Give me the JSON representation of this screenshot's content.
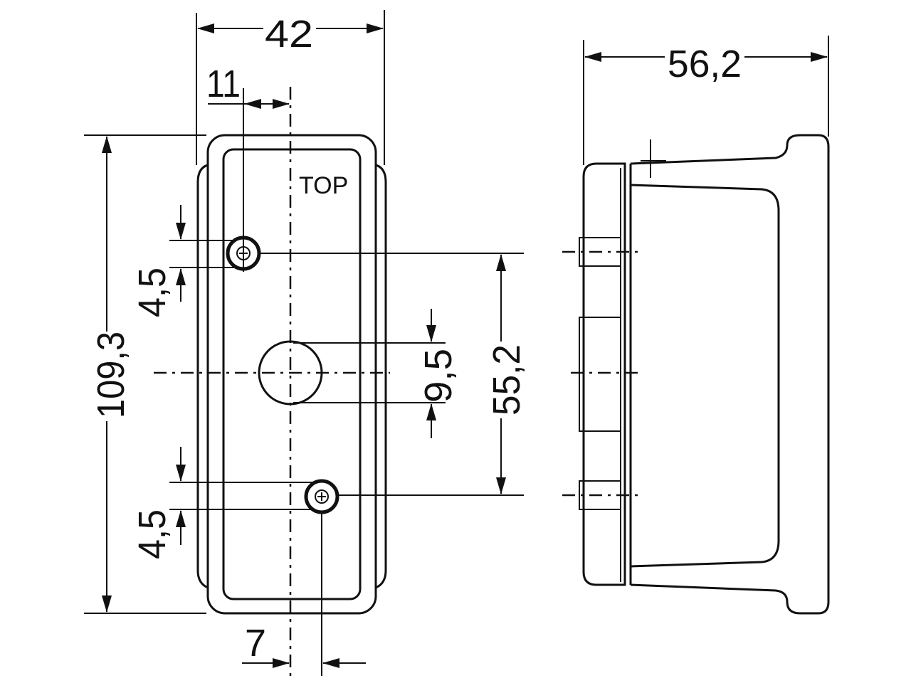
{
  "front_view": {
    "label_top": "TOP",
    "dim_width": "42",
    "dim_hole_offset": "11",
    "dim_height": "109,3",
    "dim_upper_hole": "4,5",
    "dim_lower_hole": "4,5",
    "dim_center_hole": "9,5",
    "dim_bolt_spacing": "55,2",
    "dim_bottom_offset": "7"
  },
  "side_view": {
    "dim_depth": "56,2"
  }
}
